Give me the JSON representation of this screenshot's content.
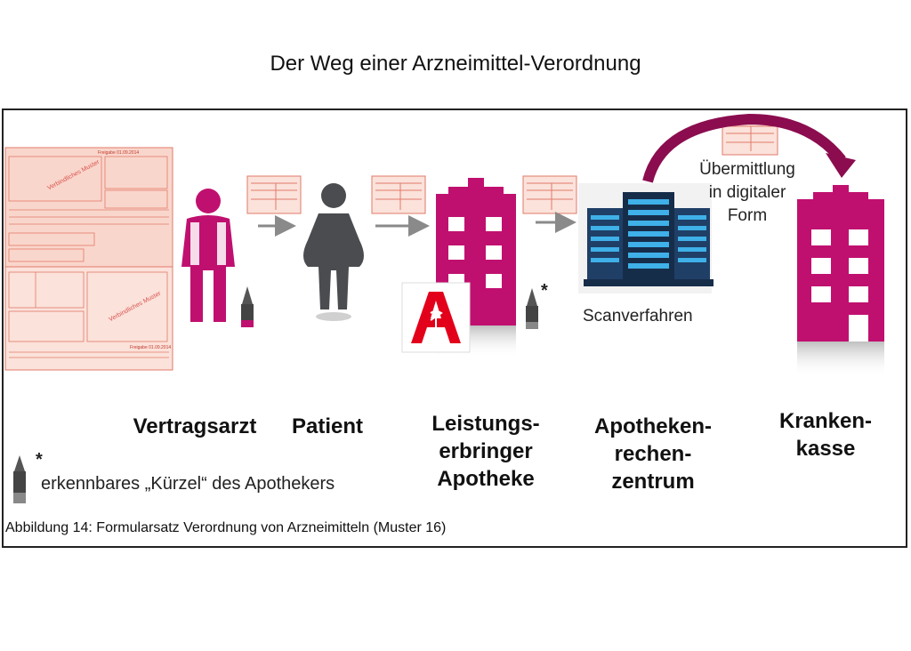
{
  "title": "Der Weg einer Arzneimittel-Verordnung",
  "labels": {
    "doctor": "Vertragsarzt",
    "patient": "Patient",
    "pharmacy": [
      "Leistungs-",
      "erbringer",
      "Apotheke"
    ],
    "datacenter": [
      "Apotheken-",
      "rechen-",
      "zentrum"
    ],
    "insurance": [
      "Kranken-",
      "kasse"
    ]
  },
  "scan_label": "Scanverfahren",
  "transfer_label": [
    "Übermittlung",
    "in digitaler",
    "Form"
  ],
  "legend": {
    "star": "*",
    "text": "erkennbares „Kürzel“ des Apothekers"
  },
  "caption": "Abbildung 14: Formularsatz Verordnung von Arzneimitteln (Muster 16)",
  "form": {
    "header": "Freigabe 01.09.2014",
    "footer": "Freigabe 01.09.2014",
    "watermark": "Verbindliches Muster"
  },
  "colors": {
    "magenta": "#c0106f",
    "dark": "#4a4c4f",
    "arrow": "#8a8a8a",
    "form": "#f9d6cc",
    "form_line": "#e27a6a",
    "curve": "#8b0d4f",
    "pharmacy_red": "#e3001b"
  }
}
